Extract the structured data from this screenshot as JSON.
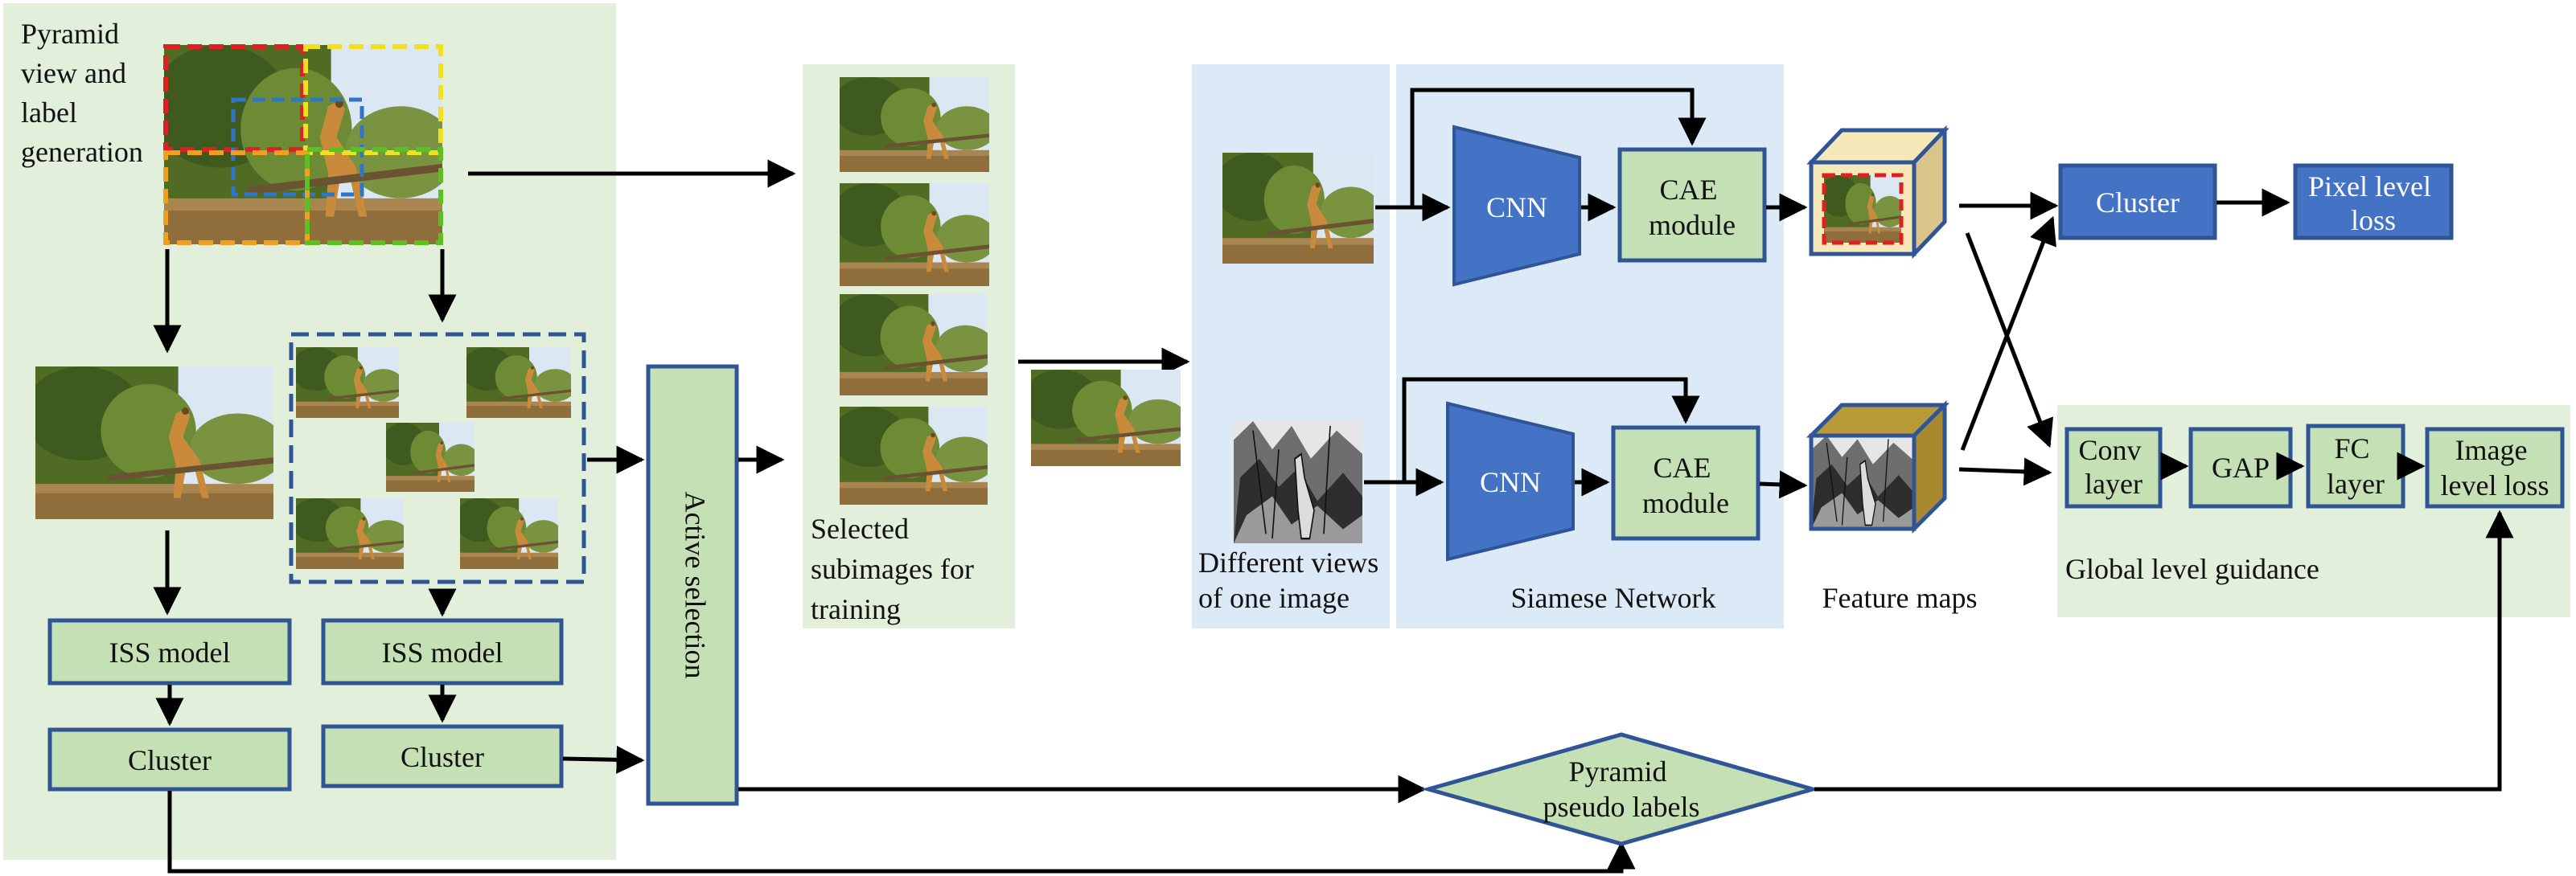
{
  "colors": {
    "region_green": "#e2efda",
    "region_blue": "#dce9f6",
    "box_green": "#c5e0b4",
    "box_blue": "#4472c4",
    "box_border": "#2f5597",
    "arrow": "#000000",
    "foliage_dark": "#3f5a1e",
    "foliage": "#6d8a34",
    "sky": "#dbe8f3",
    "giraffe": "#c98a3c",
    "ground": "#a9854f"
  },
  "labels": {
    "pyramid_view": [
      "Pyramid",
      "view and",
      "label",
      "generation"
    ],
    "iss_model_left": "ISS model",
    "iss_model_right": "ISS model",
    "cluster_left": "Cluster",
    "cluster_right": "Cluster",
    "active_selection": "Active selection",
    "selected_subimages": [
      "Selected",
      "subimages for",
      "training"
    ],
    "different_views": [
      "Different views",
      "of one image"
    ],
    "siamese_network": "Siamese Network",
    "cnn_top": "CNN",
    "cnn_bottom": "CNN",
    "cae_top": [
      "CAE",
      "module"
    ],
    "cae_bottom": [
      "CAE",
      "module"
    ],
    "feature_maps": "Feature maps",
    "cluster_top": "Cluster",
    "pixel_loss": [
      "Pixel level",
      "loss"
    ],
    "conv_layer": [
      "Conv",
      "layer"
    ],
    "gap": "GAP",
    "fc_layer": [
      "FC",
      "layer"
    ],
    "image_loss": [
      "Image",
      "level loss"
    ],
    "global_guidance": "Global level guidance",
    "pyramid_pseudo": [
      "Pyramid",
      "pseudo labels"
    ]
  },
  "icons": {
    "photo": "giraffe-photo-icon",
    "photo_gray": "grayscale-photo-icon",
    "cube": "feature-cube-icon"
  }
}
